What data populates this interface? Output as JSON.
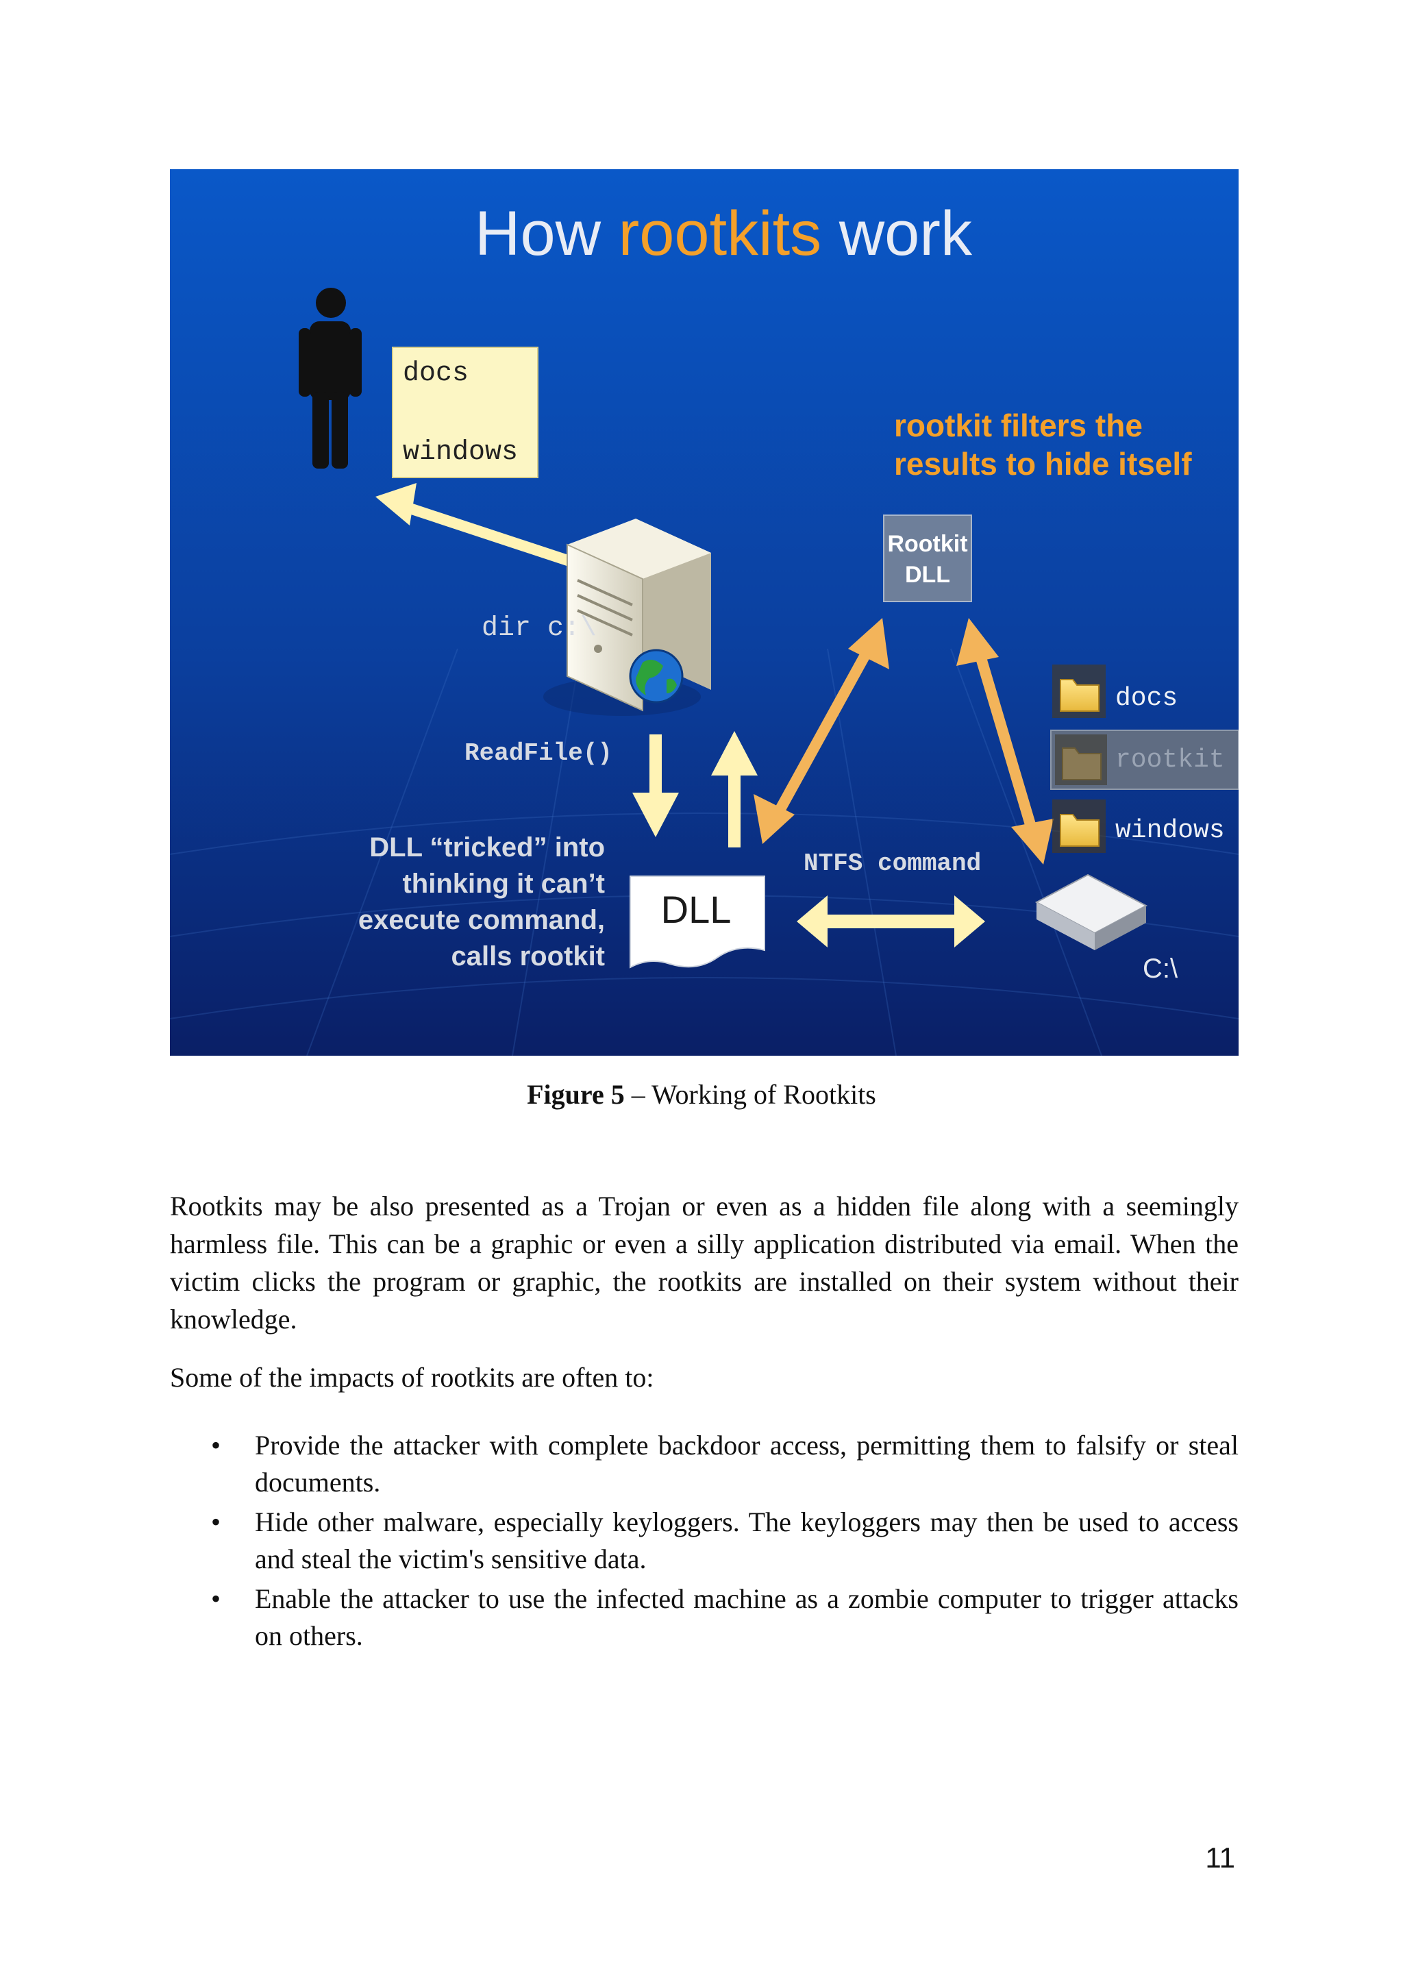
{
  "figure": {
    "title_prefix": "How ",
    "title_highlight": "rootkits",
    "title_suffix": " work",
    "user_box_lines": [
      "docs",
      "windows"
    ],
    "rootkit_note": [
      "rootkit filters the",
      "results to hide itself"
    ],
    "rootkit_box": [
      "Rootkit",
      "DLL"
    ],
    "dir_command": "dir c:\\",
    "readfile_label": "ReadFile()",
    "dll_tricked_lines": [
      "DLL “tricked” into",
      "thinking it can’t",
      "execute command,",
      "calls rootkit"
    ],
    "dll_label": "DLL",
    "ntfs_label": "NTFS command",
    "folders": [
      "docs",
      "rootkit",
      "windows"
    ],
    "drive_label": "C:\\",
    "colors": {
      "background_top": "#0a58c8",
      "background_bottom": "#0a1f66",
      "highlight": "#f4a02a",
      "arrow": "#fff3b5",
      "rootkit_arrow": "#f3b45a"
    }
  },
  "caption": {
    "label": "Figure  5",
    "separator": " – ",
    "text": "Working  of Rootkits"
  },
  "paragraph1": "Rootkits may be also presented as a Trojan or even as a hidden file along with a seemingly harmless file. This can be a graphic or even a silly application distributed via email. When the victim clicks the program or graphic, the rootkits are installed on their system without their knowledge.",
  "paragraph2": "Some of the impacts  of rootkits  are often  to:",
  "impacts": [
    "Provide the attacker with complete backdoor access, permitting them to falsify or steal documents.",
    "Hide other malware, especially keyloggers. The keyloggers may then be used to access and steal the victim's  sensitive  data.",
    "Enable the attacker to use the infected machine as a zombie computer to trigger attacks on others."
  ],
  "page_number": "11"
}
